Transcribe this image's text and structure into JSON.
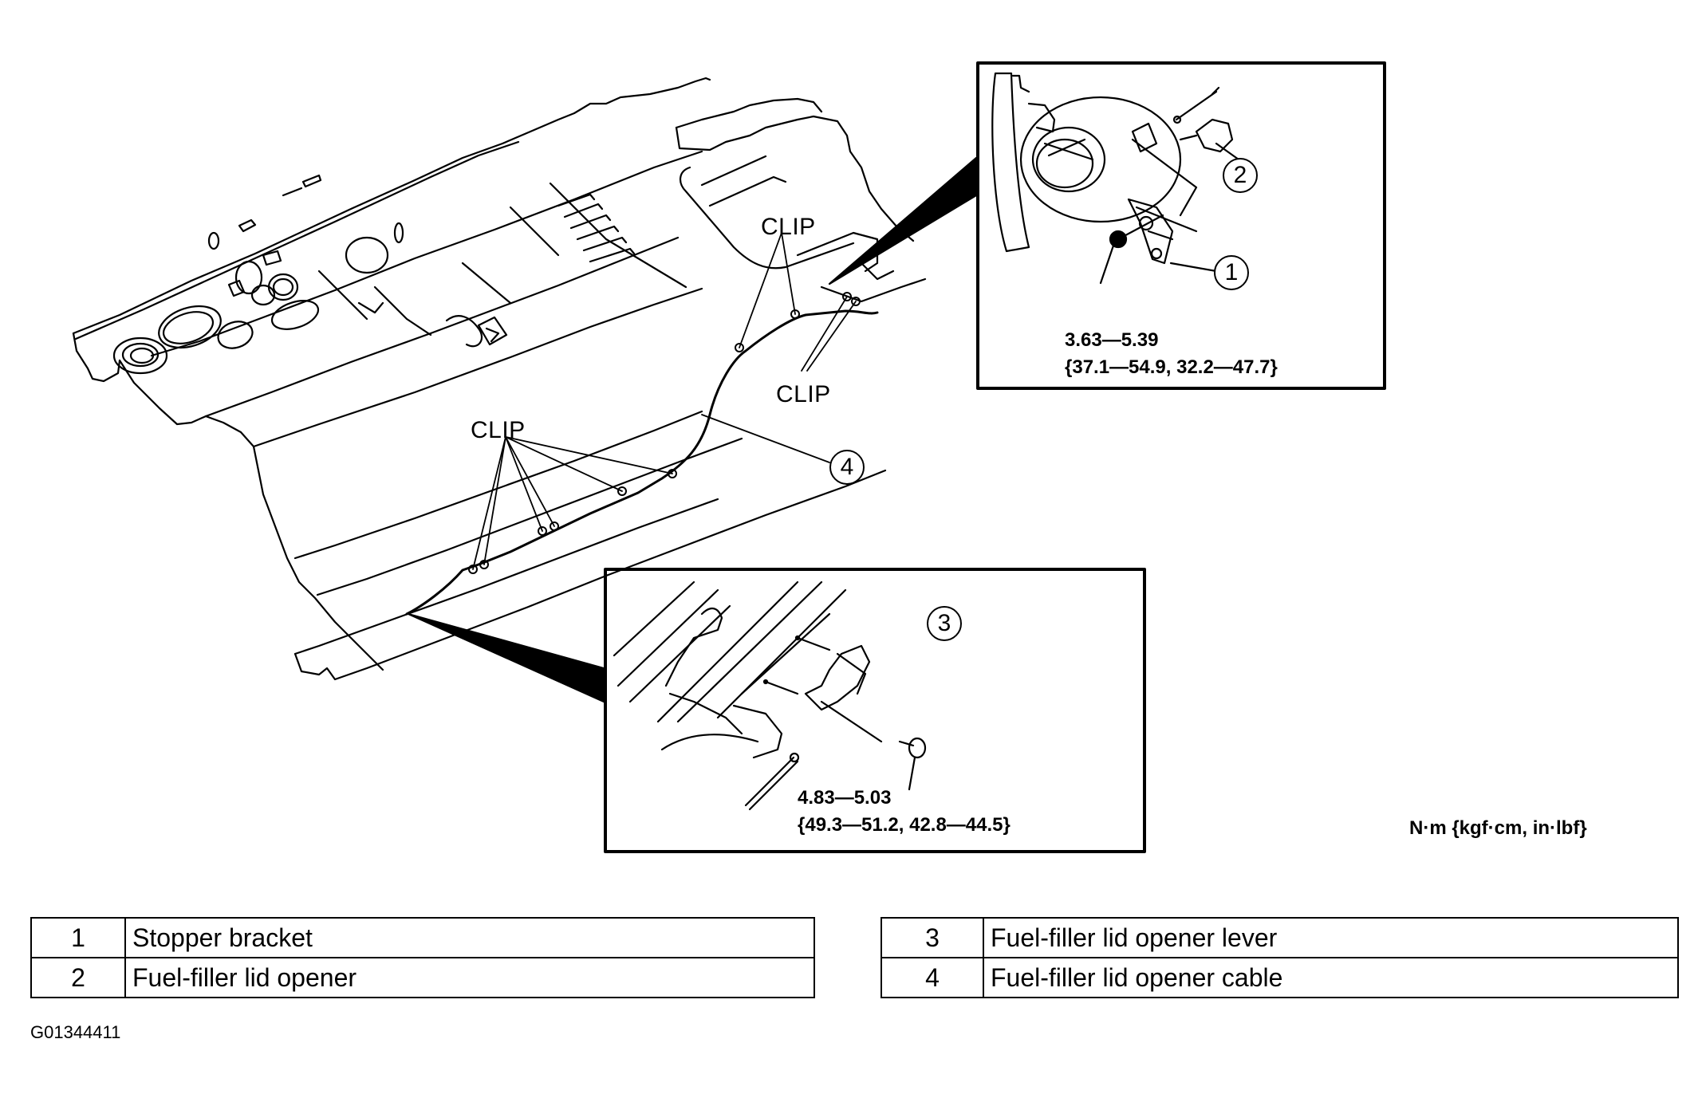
{
  "diagram": {
    "clip_labels": [
      "CLIP",
      "CLIP",
      "CLIP"
    ],
    "callouts": {
      "one": "1",
      "two": "2",
      "three": "3",
      "four": "4"
    },
    "upper_inset": {
      "torque_nm": "3.63—5.39",
      "torque_alt": "{37.1—54.9, 32.2—47.7}"
    },
    "lower_inset": {
      "torque_nm": "4.83—5.03",
      "torque_alt": "{49.3—51.2,  42.8—44.5}"
    },
    "units": "N·m {kgf·cm, in·lbf}"
  },
  "legend_left": [
    {
      "num": "1",
      "label": "Stopper bracket"
    },
    {
      "num": "2",
      "label": "Fuel-filler lid opener"
    }
  ],
  "legend_right": [
    {
      "num": "3",
      "label": "Fuel-filler lid opener lever"
    },
    {
      "num": "4",
      "label": "Fuel-filler lid opener cable"
    }
  ],
  "figure_id": "G01344411"
}
